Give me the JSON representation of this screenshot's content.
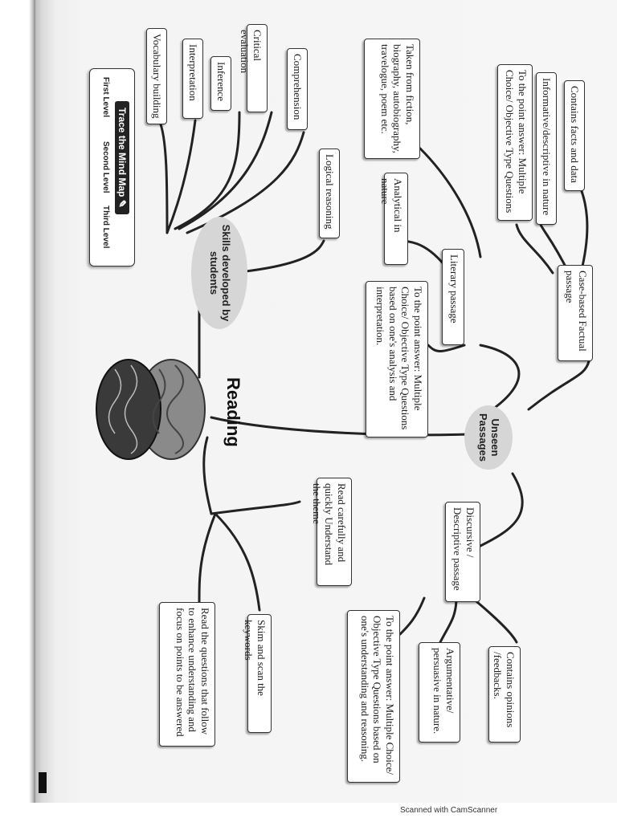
{
  "center": {
    "title": "Reading"
  },
  "hubs": {
    "skills": "Skills developed by students",
    "unseen": "Unseen Passages"
  },
  "skills_nodes": [
    "Vocabulary building",
    "Interpretation",
    "Inference",
    "Critical evaluation",
    "Comprehension",
    "Logical reasoning"
  ],
  "passage_types": {
    "literary": "Literary passage",
    "case_based": "Case-based Factual passage",
    "discursive": "Discursive / Descriptive passage"
  },
  "literary_details": [
    "Taken from fiction, biography, autobiography, travelogue, poem etc.",
    "Analytical in nature",
    "To the point answer: Multiple Choice/ Objective Type Questions based on one's analysis and interpretation."
  ],
  "case_based_details": [
    "Contains facts and data",
    "Informative/descriptive in nature",
    "To the point answer: Multiple Choice/ Objective Type Questions"
  ],
  "discursive_details": [
    "Contains opinions /feedbacks.",
    "Argumentative/ persuasive in nature.",
    "To the point answer: Multiple Choice/ Objective Type Questions based on one's understanding and reasoning."
  ],
  "strategy_nodes": [
    "Read carefully and quickly Understand the theme",
    "Skim and scan the keywords",
    "Read the questions that follow to enhance understanding and focus on points to be answered"
  ],
  "legend": {
    "title": "Trace the Mind Map",
    "levels": [
      "First Level",
      "Second Level",
      "Third Level"
    ]
  },
  "footer": {
    "scanner": "Scanned with CamScanner"
  },
  "colors": {
    "link": "#222222",
    "hub": "#d6d6d6",
    "node_border": "#333333"
  },
  "icons": [
    "brain-icon",
    "pencil-icon"
  ]
}
